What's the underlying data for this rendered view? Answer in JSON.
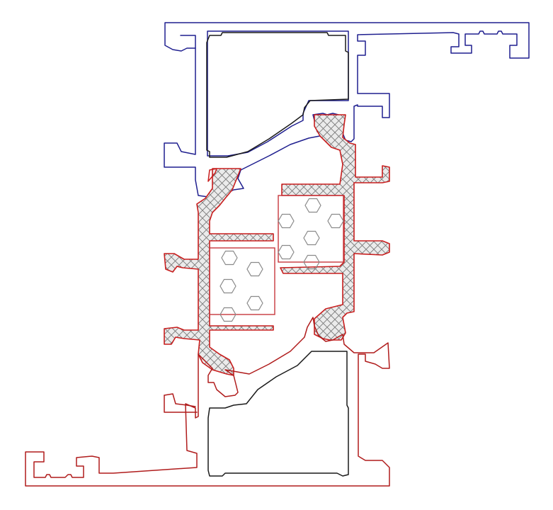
{
  "diagram": {
    "description_visible_text": "",
    "colors": {
      "upper_profile": "#1f1f8f",
      "lower_profile": "#b01c1c",
      "thermal_break": "#c81e1e",
      "hatch": "#7a7a7a",
      "cavity": "#1a1a1a",
      "insert": "#c8373d",
      "hexagon": "#8a8a8a",
      "background": "#ffffff"
    },
    "components": [
      {
        "id": "upper-aluminium-profile",
        "label": ""
      },
      {
        "id": "lower-aluminium-profile",
        "label": ""
      },
      {
        "id": "thermal-break-strip-left",
        "label": ""
      },
      {
        "id": "thermal-break-strip-right",
        "label": ""
      },
      {
        "id": "foam-insert-left",
        "label": ""
      },
      {
        "id": "foam-insert-right",
        "label": ""
      },
      {
        "id": "upper-chamber",
        "label": ""
      },
      {
        "id": "lower-chamber",
        "label": ""
      }
    ]
  }
}
